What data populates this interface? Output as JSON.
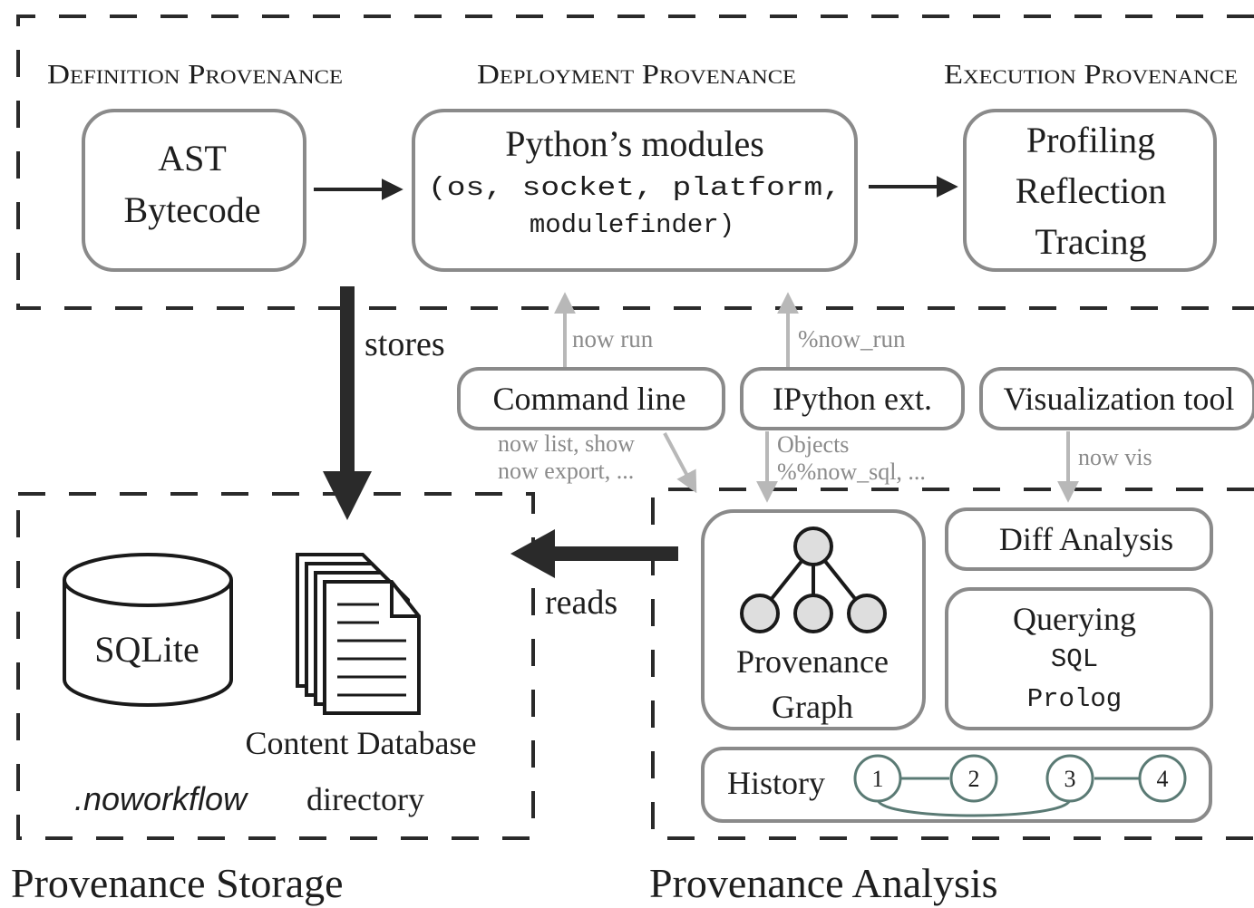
{
  "definition_provenance": {
    "heading": "Definition Provenance",
    "line1": "AST",
    "line2": "Bytecode"
  },
  "deployment_provenance": {
    "heading": "Deployment Provenance",
    "title": "Python’s modules",
    "mono1": "(os, socket, platform,",
    "mono2": "modulefinder)"
  },
  "execution_provenance": {
    "heading": "Execution Provenance",
    "line1": "Profiling",
    "line2": "Reflection",
    "line3": "Tracing"
  },
  "stores_label": "stores",
  "reads_label": "reads",
  "interfaces": {
    "command_line": {
      "label": "Command line",
      "up_label": "now run",
      "down1": "now list, show",
      "down2": "now export, ..."
    },
    "ipython": {
      "label": "IPython ext.",
      "up_label": "%now_run",
      "down1": "Objects",
      "down2": "%%now_sql, ..."
    },
    "visualization": {
      "label": "Visualization tool",
      "down1": "now vis"
    }
  },
  "storage": {
    "sqlite_label": "SQLite",
    "content_db_label": "Content Database",
    "dir_name": ".noworkflow",
    "dir_word": "directory",
    "section_title": "Provenance Storage"
  },
  "analysis": {
    "graph_line1": "Provenance",
    "graph_line2": "Graph",
    "diff_label": "Diff Analysis",
    "querying_title": "Querying",
    "querying_sql": "SQL",
    "querying_prolog": "Prolog",
    "history_label": "History",
    "history_nodes": [
      "1",
      "2",
      "3",
      "4"
    ],
    "section_title": "Provenance Analysis"
  }
}
